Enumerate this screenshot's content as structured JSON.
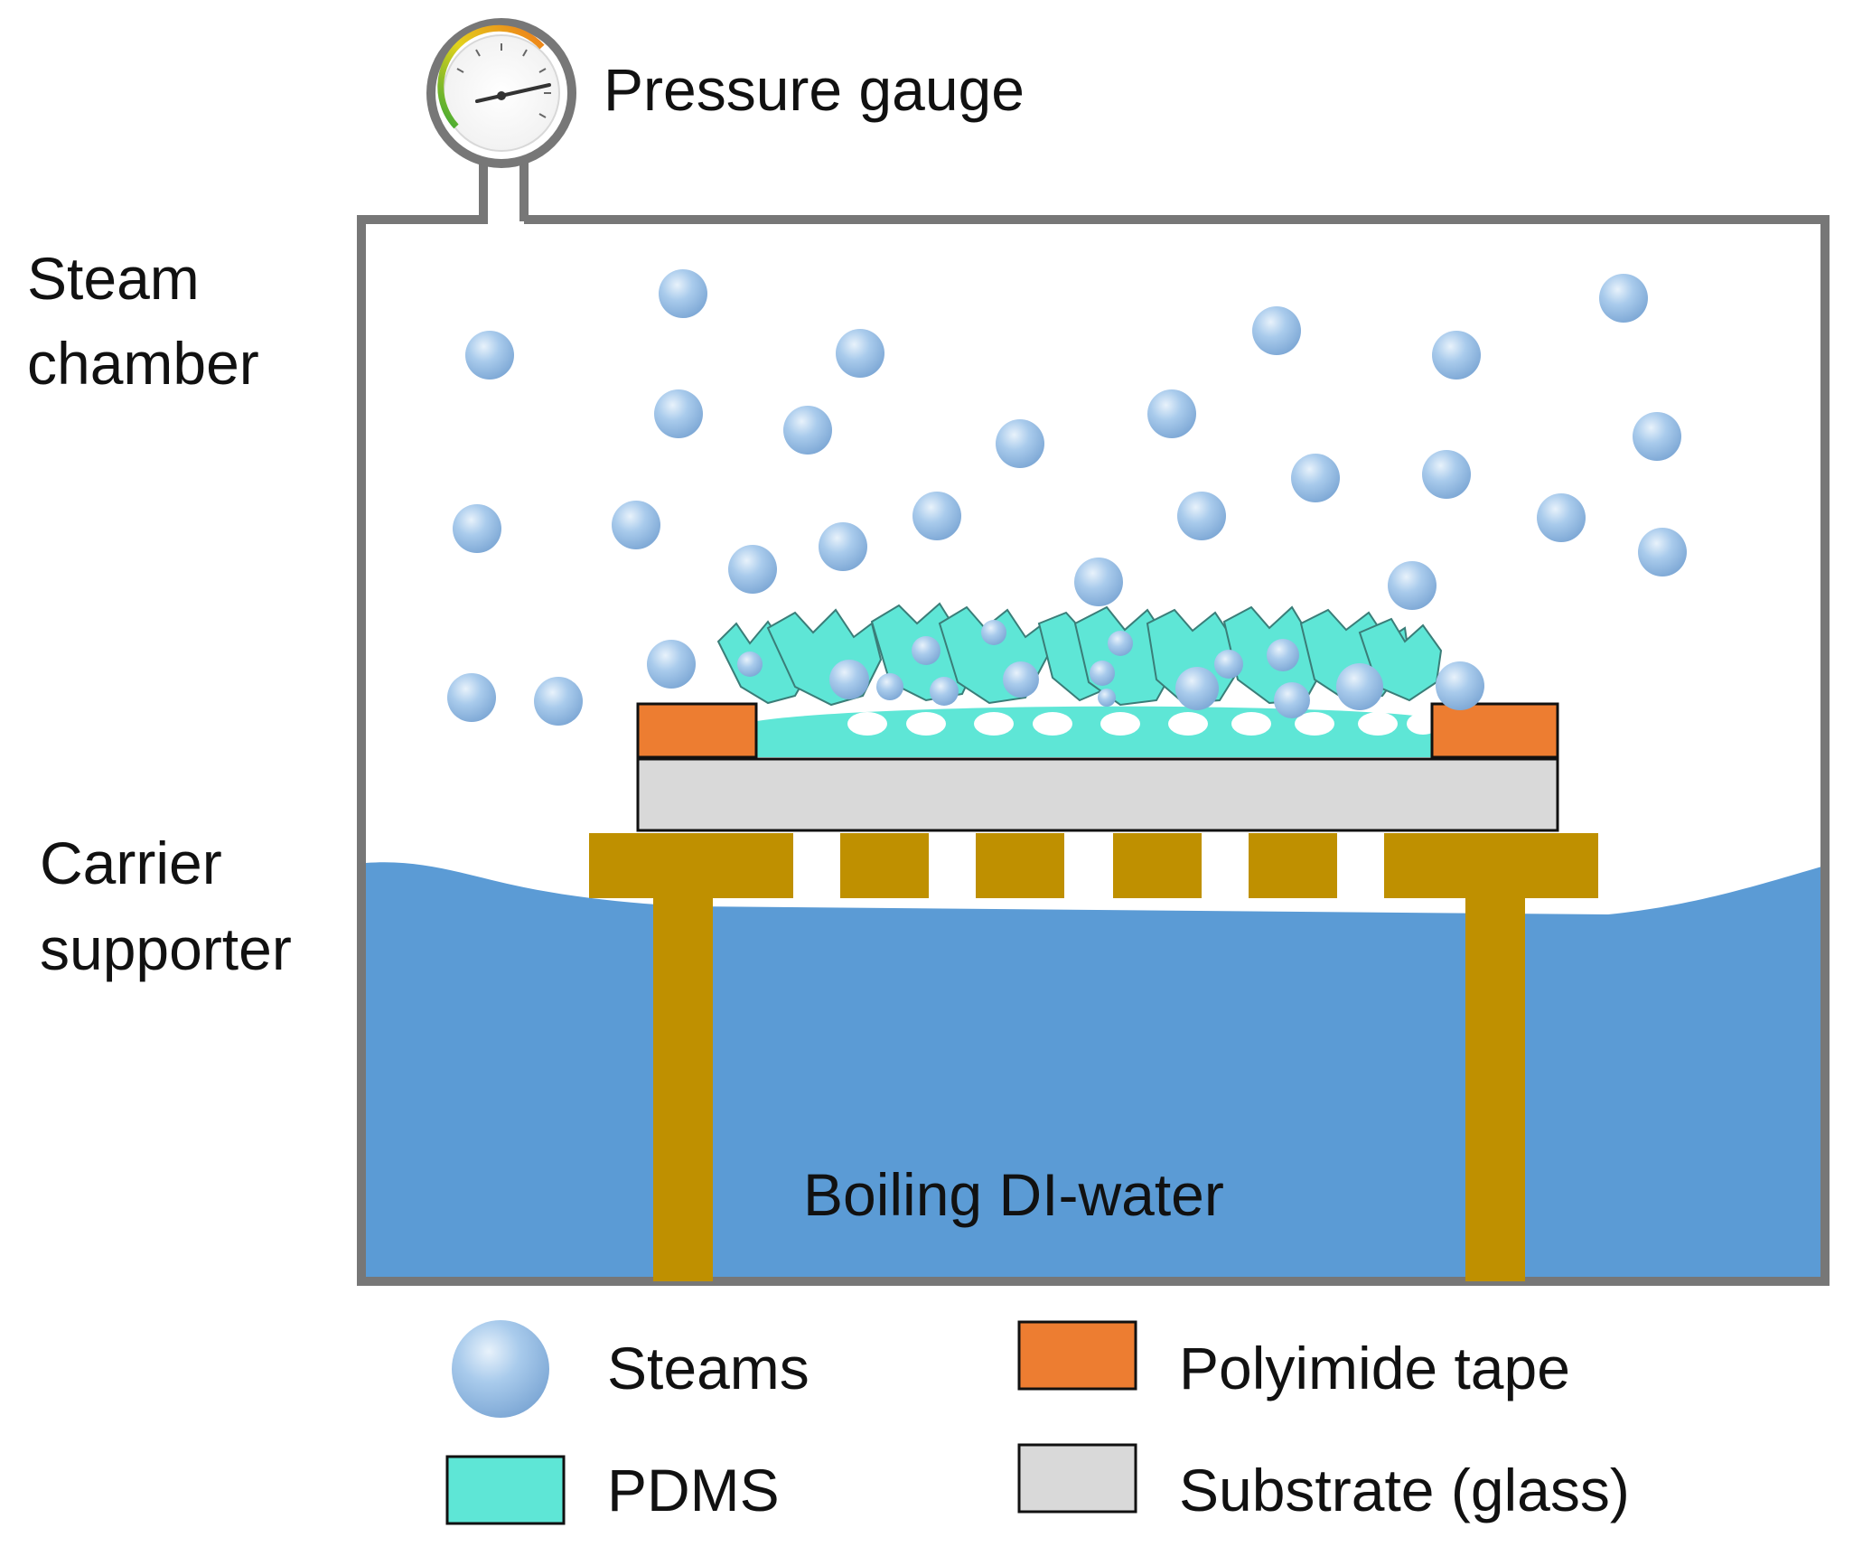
{
  "labels": {
    "pressure_gauge": "Pressure gauge",
    "steam_chamber_line1": "Steam",
    "steam_chamber_line2": "chamber",
    "carrier_supporter_line1": "Carrier",
    "carrier_supporter_line2": "supporter",
    "boiling_water": "Boiling DI-water"
  },
  "legend": {
    "steams": "Steams",
    "pdms": "PDMS",
    "polyimide_tape": "Polyimide tape",
    "substrate": "Substrate (glass)"
  },
  "colors": {
    "chamber_outline": "#777777",
    "water": "#5b9bd5",
    "carrier": "#bf9000",
    "polyimide_tape": "#ed7d31",
    "substrate": "#d9d9d9",
    "pdms": "#5ee6d6",
    "steam": "#9dc3e6"
  }
}
